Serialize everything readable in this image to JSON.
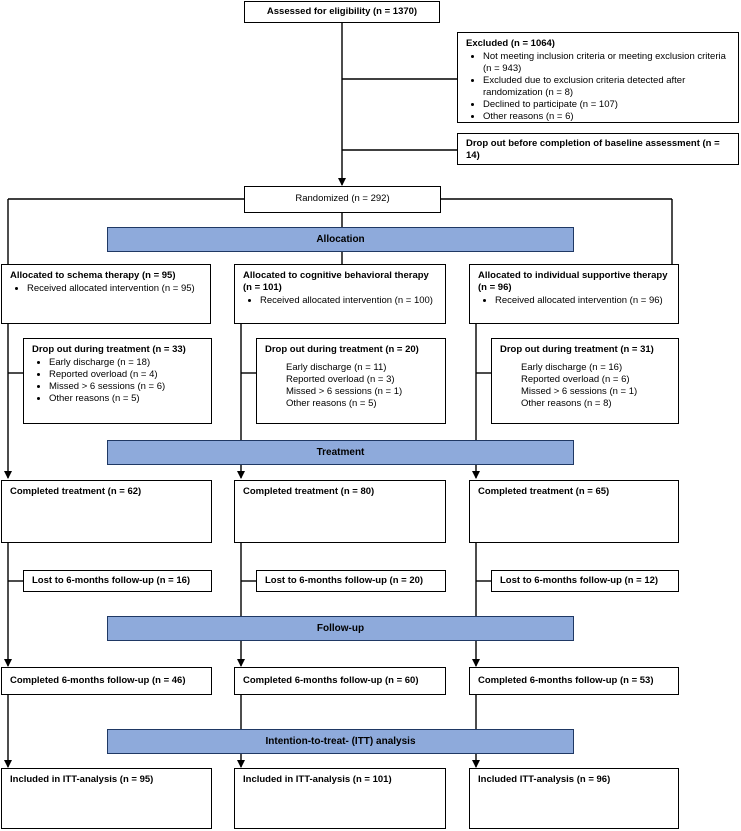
{
  "assessed": "Assessed for eligibility (n = 1370)",
  "excluded": {
    "title": "Excluded (n = 1064)",
    "items": [
      "Not meeting inclusion criteria or meeting exclusion criteria (n = 943)",
      "Excluded due to exclusion criteria detected after randomization (n = 8)",
      "Declined to participate (n = 107)",
      "Other reasons (n = 6)"
    ]
  },
  "dropout_baseline": "Drop out before completion of baseline assessment (n = 14)",
  "randomized": "Randomized (n = 292)",
  "bands": {
    "allocation": "Allocation",
    "treatment": "Treatment",
    "followup": "Follow-up",
    "itt": "Intention-to-treat- (ITT) analysis"
  },
  "arms": [
    {
      "allocated_title": "Allocated to schema therapy (n = 95)",
      "allocated_item": "Received allocated intervention (n = 95)",
      "dropout_title": "Drop out during treatment (n = 33)",
      "dropout_items": [
        "Early discharge (n = 18)",
        "Reported overload (n = 4)",
        "Missed > 6 sessions (n = 6)",
        "Other reasons (n = 5)"
      ],
      "completed": "Completed treatment (n = 62)",
      "lost": "Lost to 6-months follow-up (n = 16)",
      "followup": "Completed 6-months follow-up (n = 46)",
      "itt": "Included in ITT-analysis (n = 95)"
    },
    {
      "allocated_title": "Allocated to cognitive behavioral therapy (n = 101)",
      "allocated_item": "Received allocated intervention (n = 100)",
      "dropout_title": "Drop out during treatment (n = 20)",
      "dropout_items": [
        "Early discharge (n = 11)",
        "Reported overload (n = 3)",
        "Missed > 6 sessions (n = 1)",
        "Other reasons (n = 5)"
      ],
      "completed": "Completed treatment (n = 80)",
      "lost": "Lost to 6-months follow-up (n = 20)",
      "followup": "Completed 6-months follow-up (n = 60)",
      "itt": "Included in ITT-analysis (n = 101)"
    },
    {
      "allocated_title": "Allocated to individual supportive therapy (n = 96)",
      "allocated_item": "Received allocated intervention (n = 96)",
      "dropout_title": "Drop out during treatment (n = 31)",
      "dropout_items": [
        "Early discharge (n = 16)",
        "Reported overload (n = 6)",
        "Missed > 6 sessions (n = 1)",
        "Other reasons (n = 8)"
      ],
      "completed": "Completed treatment (n = 65)",
      "lost": "Lost to 6-months follow-up (n = 12)",
      "followup": "Completed 6-months follow-up (n = 53)",
      "itt": "Included ITT-analysis (n = 96)"
    }
  ],
  "colors": {
    "band_fill": "#8eaadb",
    "band_border": "#1f3864",
    "line": "#000000"
  }
}
